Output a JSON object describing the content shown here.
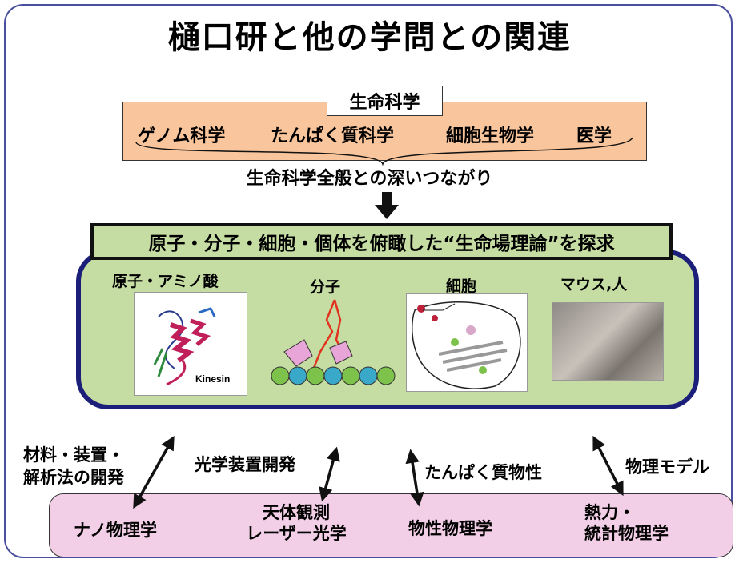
{
  "title": "樋口研と他の学問との関連",
  "life_science": {
    "header": "生命科学",
    "fields": [
      "ゲノム科学",
      "たんぱく質科学",
      "細胞生物学",
      "医学"
    ]
  },
  "connection_text": "生命科学全般との深いつながり",
  "banner": "原子・分子・細胞・個体を俯瞰した“生命場理論”を探求",
  "levels": [
    {
      "label": "原子・アミノ酸",
      "image_caption": "Kinesin"
    },
    {
      "label": "分子"
    },
    {
      "label": "細胞"
    },
    {
      "label": "マウス,人"
    }
  ],
  "relations": {
    "materials_line1": "材料・装置・",
    "materials_line2": "解析法の開発",
    "optics_dev": "光学装置開発",
    "protein_props": "たんぱく質物性",
    "physics_model": "物理モデル"
  },
  "physics_fields": {
    "nano": "ナノ物理学",
    "astro_line1": "天体観測",
    "astro_line2": "レーザー光学",
    "condensed": "物性物理学",
    "thermo_line1": "熱力・",
    "thermo_line2": "統計物理学"
  },
  "colors": {
    "frame": "#4a4fa0",
    "life_box": "#f8c59c",
    "green_panel": "#c5dca2",
    "green_border": "#1b1f7a",
    "physics_box": "#f2cfe6"
  }
}
